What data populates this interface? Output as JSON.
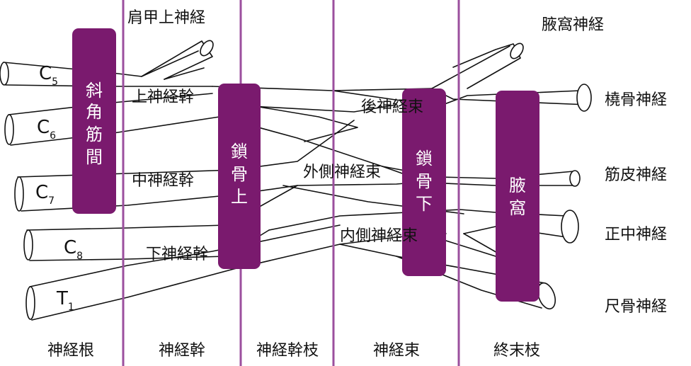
{
  "colors": {
    "divider": "#9b4f9e",
    "box": "#7a1a6e",
    "line": "#111111",
    "box_text": "#ffffff"
  },
  "regions": [
    {
      "key": "root",
      "label": "神経根"
    },
    {
      "key": "trunk",
      "label": "神経幹"
    },
    {
      "key": "division",
      "label": "神経幹枝"
    },
    {
      "key": "cord",
      "label": "神経束"
    },
    {
      "key": "terminal",
      "label": "終末枝"
    }
  ],
  "roots": [
    {
      "main": "C",
      "sub": "5"
    },
    {
      "main": "C",
      "sub": "6"
    },
    {
      "main": "C",
      "sub": "7"
    },
    {
      "main": "C",
      "sub": "8"
    },
    {
      "main": "T",
      "sub": "1"
    }
  ],
  "trunks": {
    "upper": "上神経幹",
    "middle": "中神経幹",
    "lower": "下神経幹"
  },
  "cords": {
    "posterior": "後神経束",
    "lateral": "外側神経束",
    "medial": "内側神経束"
  },
  "side_nerves": {
    "suprascapular": "肩甲上神経",
    "axillary": "腋窩神経"
  },
  "terminal_nerves": [
    "橈骨神経",
    "筋皮神経",
    "正中神経",
    "尺骨神経"
  ],
  "boxes": {
    "scalene": [
      "斜",
      "角",
      "筋",
      "間"
    ],
    "supraclavicular": [
      "鎖",
      "骨",
      "上"
    ],
    "infraclavicular": [
      "鎖",
      "骨",
      "下"
    ],
    "axilla": [
      "腋",
      "窩"
    ]
  }
}
